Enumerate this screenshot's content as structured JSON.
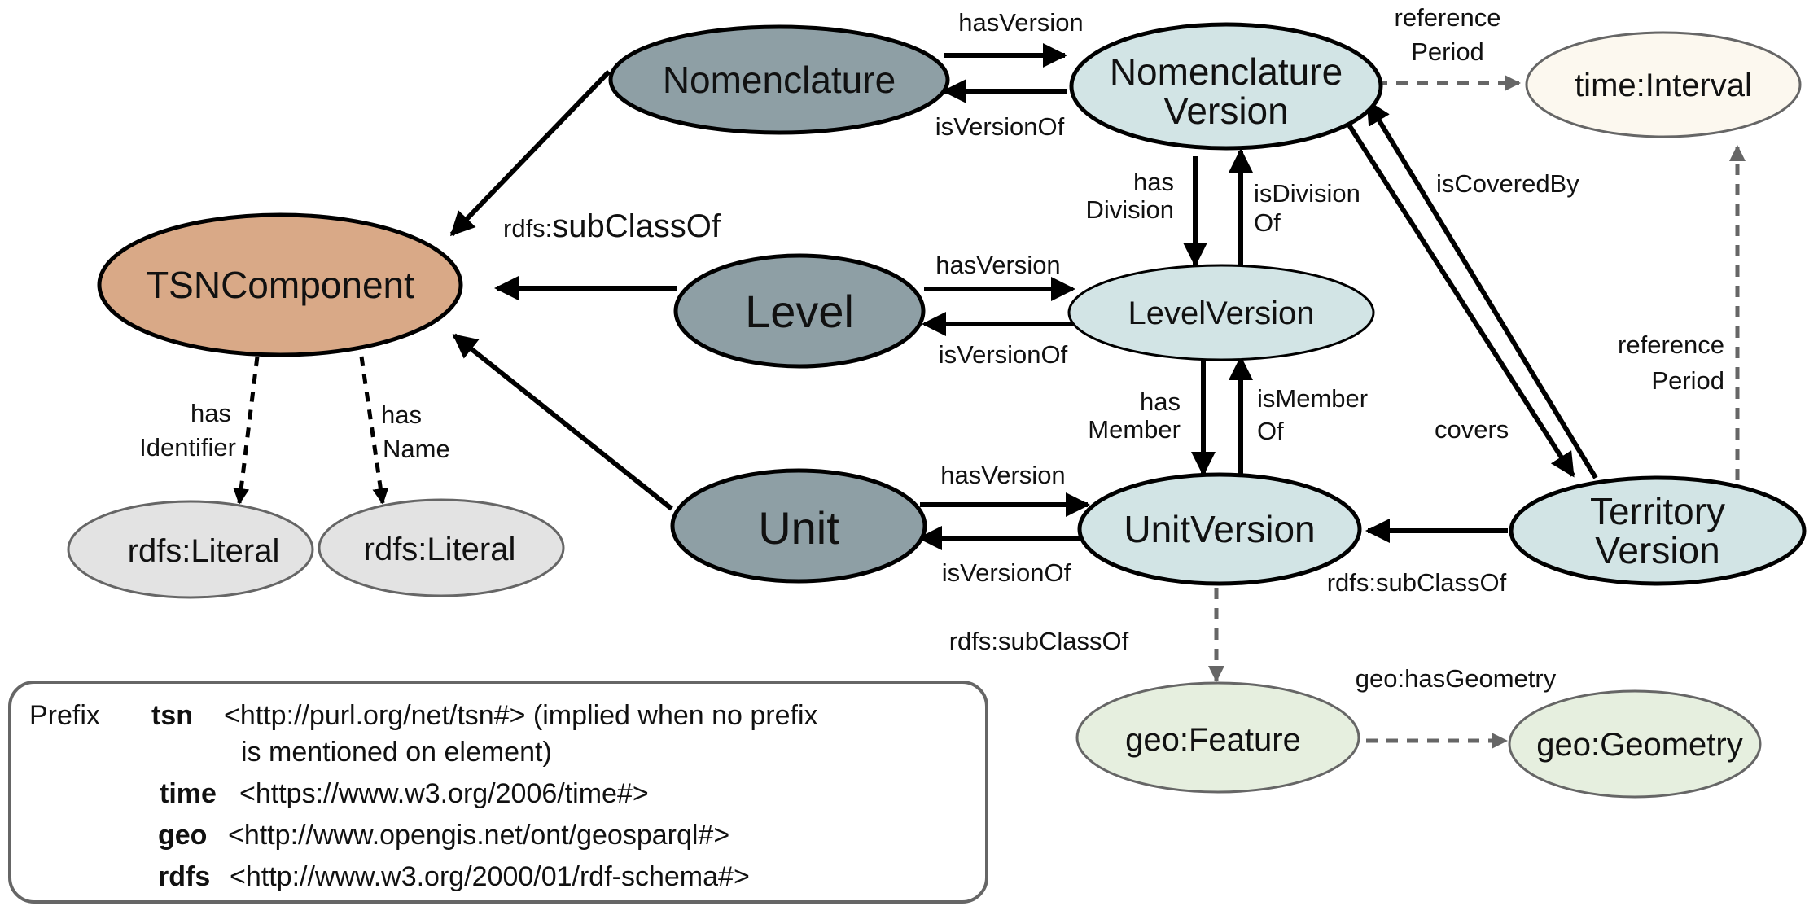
{
  "nodes": {
    "nomenclature": "Nomenclature",
    "nomenclature_version_l1": "Nomenclature",
    "nomenclature_version_l2": "Version",
    "time_interval": "time:Interval",
    "tsn_component": "TSNComponent",
    "level": "Level",
    "level_version": "LevelVersion",
    "unit": "Unit",
    "unit_version": "UnitVersion",
    "territory_version_l1": "Territory",
    "territory_version_l2": "Version",
    "rdfs_literal_1": "rdfs:Literal",
    "rdfs_literal_2": "rdfs:Literal",
    "geo_feature": "geo:Feature",
    "geo_geometry": "geo:Geometry"
  },
  "edges": {
    "has_version_top": "hasVersion",
    "is_version_of_top": "isVersionOf",
    "reference_period_top_l1": "reference",
    "reference_period_top_l2": "Period",
    "rdfs_subclassof_prefix": "rdfs:",
    "rdfs_subclassof_main": "subClassOf",
    "has_division_l1": "has",
    "has_division_l2": "Division",
    "is_division_of_l1": "isDivision",
    "is_division_of_l2": "Of",
    "is_covered_by": "isCoveredBy",
    "has_version_mid": "hasVersion",
    "is_version_of_mid": "isVersionOf",
    "reference_period_right_l1": "reference",
    "reference_period_right_l2": "Period",
    "has_member_l1": "has",
    "has_member_l2": "Member",
    "is_member_of_l1": "isMember",
    "is_member_of_l2": "Of",
    "covers": "covers",
    "has_identifier_l1": "has",
    "has_identifier_l2": "Identifier",
    "has_name_l1": "has",
    "has_name_l2": "Name",
    "has_version_bottom": "hasVersion",
    "is_version_of_bottom": "isVersionOf",
    "rdfs_subclassof_territory": "rdfs:subClassOf",
    "rdfs_subclassof_unit": "rdfs:subClassOf",
    "geo_has_geometry": "geo:hasGeometry"
  },
  "legend": {
    "prefix_word": "Prefix",
    "tsn_key": "tsn",
    "tsn_uri_l1": "<http://purl.org/net/tsn#> (implied when no prefix",
    "tsn_uri_l2": "is mentioned on element)",
    "time_key": "time",
    "time_uri": "<https://www.w3.org/2006/time#>",
    "geo_key": "geo",
    "geo_uri": "<http://www.opengis.net/ont/geosparql#>",
    "rdfs_key": "rdfs",
    "rdfs_uri": "<http://www.w3.org/2000/01/rdf-schema#>"
  },
  "colors": {
    "tsn_component": "#d9a987",
    "dark_class": "#8e9fa5",
    "version_class": "#d2e4e5",
    "literal": "#e3e3e3",
    "geo": "#e6efdf",
    "time": "#fcf8ef"
  }
}
